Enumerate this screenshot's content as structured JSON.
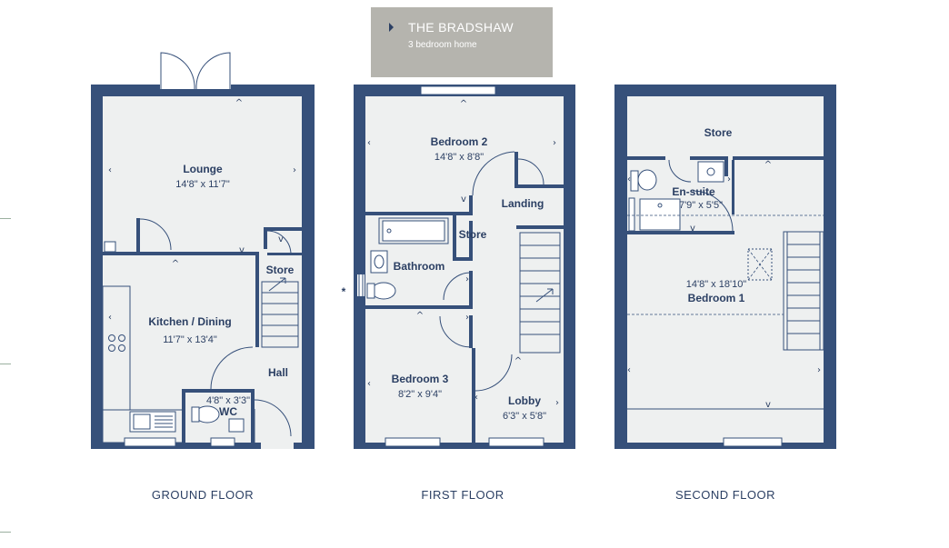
{
  "header": {
    "title": "THE BRADSHAW",
    "subtitle": "3 bedroom home",
    "arrow_icon": "triangle-right-icon",
    "bg_color": "#b5b4ae"
  },
  "colors": {
    "wall": "#36507a",
    "room": "#eef0f0"
  },
  "floors": {
    "ground": {
      "label": "GROUND FLOOR",
      "rooms": {
        "lounge": {
          "name": "Lounge",
          "dims": "14'8\" x 11'7\""
        },
        "kitchen": {
          "name": "Kitchen / Dining",
          "dims": "11'7\" x 13'4\""
        },
        "store": {
          "name": "Store"
        },
        "hall": {
          "name": "Hall"
        },
        "wc": {
          "name": "WC",
          "dims": "4'8\" x 3'3\""
        }
      }
    },
    "first": {
      "label": "FIRST FLOOR",
      "marker": "*",
      "rooms": {
        "bedroom2": {
          "name": "Bedroom 2",
          "dims": "14'8\" x 8'8\""
        },
        "landing": {
          "name": "Landing"
        },
        "store": {
          "name": "Store"
        },
        "bathroom": {
          "name": "Bathroom"
        },
        "bedroom3": {
          "name": "Bedroom 3",
          "dims": "8'2\" x 9'4\""
        },
        "lobby": {
          "name": "Lobby",
          "dims": "6'3\" x 5'8\""
        }
      }
    },
    "second": {
      "label": "SECOND FLOOR",
      "rooms": {
        "store": {
          "name": "Store"
        },
        "ensuite": {
          "name": "En-suite",
          "dims": "7'9\" x 5'5\""
        },
        "bedroom1": {
          "name": "Bedroom 1",
          "dims": "14'8\" x 18'10\""
        }
      }
    }
  }
}
